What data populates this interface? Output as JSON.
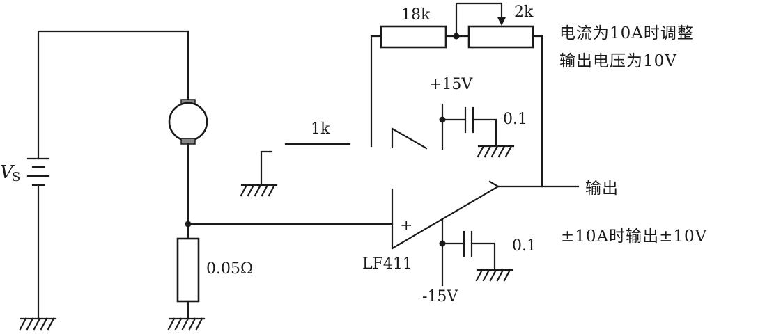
{
  "components": {
    "feedback_resistor": "18k",
    "potentiometer": "2k",
    "input_resistor": "1k",
    "sense_resistor": "0.05Ω",
    "op_amp": "LF411",
    "cap_top": "0.1",
    "cap_bottom": "0.1",
    "noninverting_pin": "+"
  },
  "supply": {
    "positive": "+15V",
    "negative": "-15V",
    "battery_symbol": "V",
    "battery_subscript": "S"
  },
  "notes": {
    "adjust_line1": "电流为10A时调整",
    "adjust_line2": "输出电压为10V",
    "output_label": "输出",
    "output_scale": "±10A时输出±10V"
  }
}
